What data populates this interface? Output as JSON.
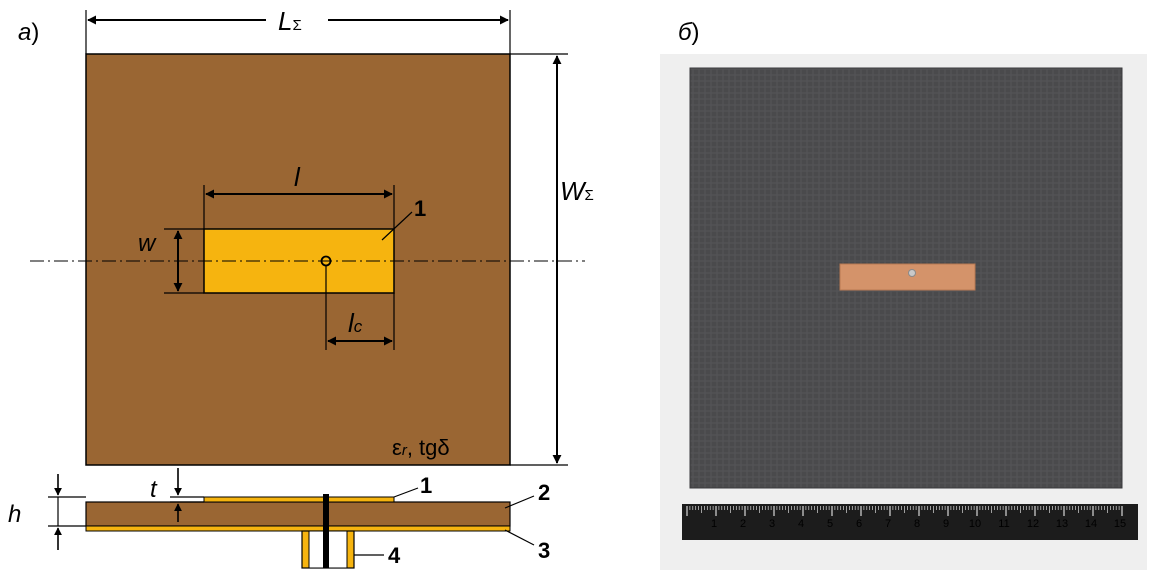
{
  "panels": {
    "a": {
      "label": "а",
      "paren": ")"
    },
    "b": {
      "label": "б",
      "paren": ")"
    }
  },
  "dimensions": {
    "total_length": {
      "symbol": "L",
      "sub": "Σ"
    },
    "total_width": {
      "symbol": "W",
      "sub": "Σ"
    },
    "patch_length": {
      "symbol": "l"
    },
    "patch_width": {
      "symbol": "w"
    },
    "feed_offset": {
      "symbol": "l",
      "sub": "c"
    },
    "thickness_total": {
      "symbol": "h"
    },
    "thickness_patch": {
      "symbol": "t"
    }
  },
  "material": {
    "eps": "ε",
    "eps_sub": "r",
    "rest": ", tgδ"
  },
  "callouts": [
    "1",
    "1",
    "2",
    "3",
    "4"
  ],
  "ruler": {
    "ticks": [
      "1",
      "2",
      "3",
      "4",
      "5",
      "6",
      "7",
      "8",
      "9",
      "10",
      "11",
      "12",
      "13",
      "14",
      "15"
    ]
  },
  "colors": {
    "substrate": "#9a6633",
    "patch": "#f6b40f",
    "photo_board": "#4a4a4c",
    "copper": "#d4936a",
    "ruler": "#1c1c1c"
  }
}
